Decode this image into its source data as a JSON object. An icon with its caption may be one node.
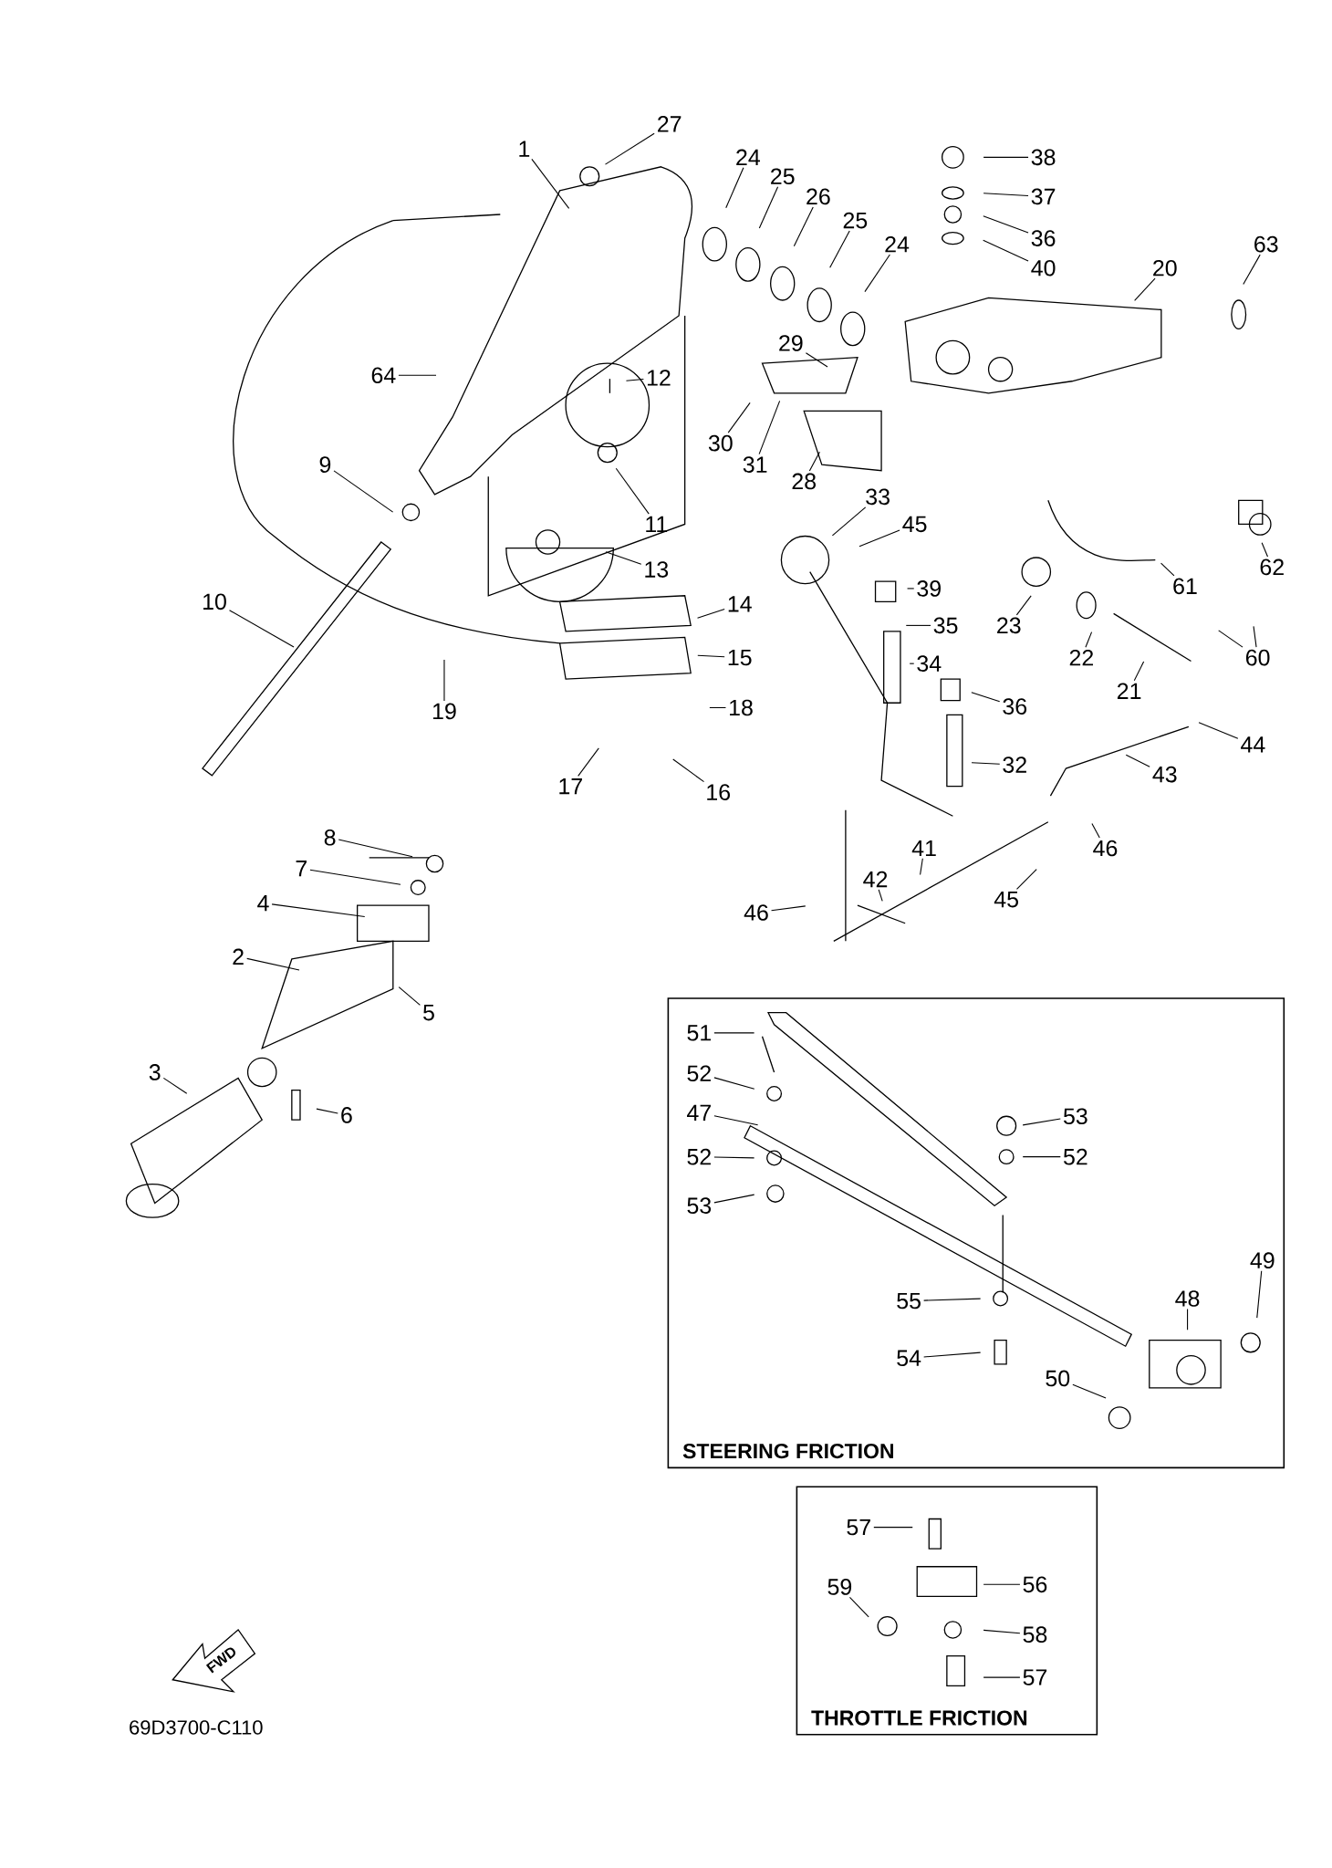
{
  "diagram": {
    "nodes": [
      {
        "text": [
          "1"
        ]
      },
      {
        "text": [
          "27"
        ]
      },
      {
        "text": [
          "24"
        ]
      },
      {
        "text": [
          "25"
        ]
      },
      {
        "text": [
          "26"
        ]
      },
      {
        "text": [
          "25"
        ]
      },
      {
        "text": [
          "24"
        ]
      },
      {
        "text": [
          "38"
        ]
      },
      {
        "text": [
          "37"
        ]
      },
      {
        "text": [
          "36"
        ]
      },
      {
        "text": [
          "40"
        ]
      },
      {
        "text": [
          "63"
        ]
      },
      {
        "text": [
          "20"
        ]
      },
      {
        "text": [
          "64"
        ]
      },
      {
        "text": [
          "12"
        ]
      },
      {
        "text": [
          "29"
        ]
      },
      {
        "text": [
          "30"
        ]
      },
      {
        "text": [
          "31"
        ]
      },
      {
        "text": [
          "28"
        ]
      },
      {
        "text": [
          "9"
        ]
      },
      {
        "text": [
          "11"
        ]
      },
      {
        "text": [
          "13"
        ]
      },
      {
        "text": [
          "33"
        ]
      },
      {
        "text": [
          "45"
        ]
      },
      {
        "text": [
          "39"
        ]
      },
      {
        "text": [
          "35"
        ]
      },
      {
        "text": [
          "34"
        ]
      },
      {
        "text": [
          "23"
        ]
      },
      {
        "text": [
          "22"
        ]
      },
      {
        "text": [
          "21"
        ]
      },
      {
        "text": [
          "61"
        ]
      },
      {
        "text": [
          "62"
        ]
      },
      {
        "text": [
          "60"
        ]
      },
      {
        "text": [
          "10"
        ]
      },
      {
        "text": [
          "14"
        ]
      },
      {
        "text": [
          "15"
        ]
      },
      {
        "text": [
          "19"
        ]
      },
      {
        "text": [
          "36"
        ]
      },
      {
        "text": [
          "18"
        ]
      },
      {
        "text": [
          "32"
        ]
      },
      {
        "text": [
          "44"
        ]
      },
      {
        "text": [
          "43"
        ]
      },
      {
        "text": [
          "17"
        ]
      },
      {
        "text": [
          "16"
        ]
      },
      {
        "text": [
          "8"
        ]
      },
      {
        "text": [
          "41"
        ]
      },
      {
        "text": [
          "46"
        ]
      },
      {
        "text": [
          "7"
        ]
      },
      {
        "text": [
          "42"
        ]
      },
      {
        "text": [
          "45"
        ]
      },
      {
        "text": [
          "4"
        ]
      },
      {
        "text": [
          "46"
        ]
      },
      {
        "text": [
          "2"
        ]
      },
      {
        "text": [
          "5"
        ]
      },
      {
        "text": [
          "3"
        ]
      },
      {
        "text": [
          "6"
        ]
      },
      {
        "text": [
          "STEERING FRICTION"
        ]
      },
      {
        "text": [
          "51"
        ],
        "in": 56
      },
      {
        "text": [
          "52"
        ],
        "in": 56
      },
      {
        "text": [
          "47"
        ],
        "in": 56
      },
      {
        "text": [
          "53"
        ],
        "in": 56
      },
      {
        "text": [
          "52"
        ],
        "in": 56
      },
      {
        "text": [
          "52"
        ],
        "in": 56
      },
      {
        "text": [
          "53"
        ],
        "in": 56
      },
      {
        "text": [
          "49"
        ],
        "in": 56
      },
      {
        "text": [
          "48"
        ],
        "in": 56
      },
      {
        "text": [
          "55"
        ],
        "in": 56
      },
      {
        "text": [
          "54"
        ],
        "in": 56
      },
      {
        "text": [
          "50"
        ],
        "in": 56
      },
      {
        "text": [
          "THROTTLE FRICTION"
        ]
      },
      {
        "text": [
          "57"
        ],
        "in": 69
      },
      {
        "text": [
          "59"
        ],
        "in": 69
      },
      {
        "text": [
          "56"
        ],
        "in": 69
      },
      {
        "text": [
          "58"
        ],
        "in": 69
      },
      {
        "text": [
          "57"
        ],
        "in": 69
      }
    ],
    "edges": [
      {
        "from": 0,
        "to": null,
        "arrow": "none"
      },
      {
        "from": 1,
        "to": null,
        "arrow": "none"
      },
      {
        "from": 2,
        "to": null,
        "arrow": "none"
      },
      {
        "from": 3,
        "to": null,
        "arrow": "none"
      },
      {
        "from": 4,
        "to": null,
        "arrow": "none"
      },
      {
        "from": 5,
        "to": null,
        "arrow": "none"
      },
      {
        "from": 6,
        "to": null,
        "arrow": "none"
      },
      {
        "from": 7,
        "to": null,
        "arrow": "none"
      },
      {
        "from": 8,
        "to": null,
        "arrow": "none"
      },
      {
        "from": 9,
        "to": null,
        "arrow": "none"
      },
      {
        "from": 10,
        "to": null,
        "arrow": "none"
      },
      {
        "from": 11,
        "to": null,
        "arrow": "none"
      },
      {
        "from": 12,
        "to": null,
        "arrow": "none"
      },
      {
        "from": 13,
        "to": null,
        "arrow": "none"
      },
      {
        "from": 14,
        "to": null,
        "arrow": "none"
      },
      {
        "from": 15,
        "to": null,
        "arrow": "none"
      },
      {
        "from": 16,
        "to": null,
        "arrow": "none"
      },
      {
        "from": 17,
        "to": null,
        "arrow": "none"
      },
      {
        "from": 18,
        "to": null,
        "arrow": "none"
      },
      {
        "from": 19,
        "to": null,
        "arrow": "none"
      },
      {
        "from": 20,
        "to": null,
        "arrow": "none"
      },
      {
        "from": 21,
        "to": null,
        "arrow": "none"
      },
      {
        "from": 22,
        "to": null,
        "arrow": "none"
      },
      {
        "from": 23,
        "to": null,
        "arrow": "none"
      },
      {
        "from": 24,
        "to": null,
        "arrow": "none"
      },
      {
        "from": 25,
        "to": null,
        "arrow": "none"
      },
      {
        "from": 26,
        "to": null,
        "arrow": "none"
      },
      {
        "from": 27,
        "to": null,
        "arrow": "none"
      },
      {
        "from": 28,
        "to": null,
        "arrow": "none"
      },
      {
        "from": 29,
        "to": null,
        "arrow": "none"
      },
      {
        "from": 30,
        "to": null,
        "arrow": "none"
      },
      {
        "from": 31,
        "to": null,
        "arrow": "none"
      },
      {
        "from": 32,
        "to": null,
        "arrow": "none"
      },
      {
        "from": 32,
        "to": null,
        "arrow": "none"
      },
      {
        "from": 33,
        "to": null,
        "arrow": "none"
      },
      {
        "from": 34,
        "to": null,
        "arrow": "none"
      },
      {
        "from": 35,
        "to": null,
        "arrow": "none"
      },
      {
        "from": 36,
        "to": null,
        "arrow": "none"
      },
      {
        "from": 37,
        "to": null,
        "arrow": "none"
      },
      {
        "from": 38,
        "to": null,
        "arrow": "none"
      },
      {
        "from": 39,
        "to": null,
        "arrow": "none"
      },
      {
        "from": 40,
        "to": null,
        "arrow": "none"
      },
      {
        "from": 41,
        "to": null,
        "arrow": "none"
      },
      {
        "from": 42,
        "to": null,
        "arrow": "none"
      },
      {
        "from": 43,
        "to": null,
        "arrow": "none"
      },
      {
        "from": 44,
        "to": null,
        "arrow": "none"
      },
      {
        "from": 45,
        "to": null,
        "arrow": "none"
      },
      {
        "from": 46,
        "to": null,
        "arrow": "none"
      },
      {
        "from": 47,
        "to": null,
        "arrow": "none"
      },
      {
        "from": 48,
        "to": null,
        "arrow": "none"
      },
      {
        "from": 49,
        "to": null,
        "arrow": "none"
      },
      {
        "from": 50,
        "to": null,
        "arrow": "none"
      },
      {
        "from": 51,
        "to": null,
        "arrow": "none"
      },
      {
        "from": 52,
        "to": null,
        "arrow": "none"
      },
      {
        "from": 53,
        "to": null,
        "arrow": "none"
      },
      {
        "from": 54,
        "to": null,
        "arrow": "none"
      },
      {
        "from": 55,
        "to": null,
        "arrow": "none"
      },
      {
        "from": 57,
        "to": null,
        "arrow": "none"
      },
      {
        "from": 58,
        "to": null,
        "arrow": "none"
      },
      {
        "from": 59,
        "to": null,
        "arrow": "none"
      },
      {
        "from": 60,
        "to": null,
        "arrow": "none"
      },
      {
        "from": 61,
        "to": null,
        "arrow": "none"
      },
      {
        "from": 62,
        "to": null,
        "arrow": "none"
      },
      {
        "from": 63,
        "to": null,
        "arrow": "none"
      },
      {
        "from": 64,
        "to": null,
        "arrow": "none"
      },
      {
        "from": 65,
        "to": null,
        "arrow": "none"
      },
      {
        "from": 66,
        "to": null,
        "arrow": "none"
      },
      {
        "from": 67,
        "to": null,
        "arrow": "none"
      },
      {
        "from": 68,
        "to": null,
        "arrow": "none"
      },
      {
        "from": 70,
        "to": null,
        "arrow": "none"
      },
      {
        "from": 71,
        "to": null,
        "arrow": "none"
      },
      {
        "from": 72,
        "to": null,
        "arrow": "none"
      },
      {
        "from": 73,
        "to": null,
        "arrow": "none"
      },
      {
        "from": 74,
        "to": null,
        "arrow": "none"
      }
    ],
    "labels": [
      "FWD",
      "69D3700-C110"
    ]
  }
}
